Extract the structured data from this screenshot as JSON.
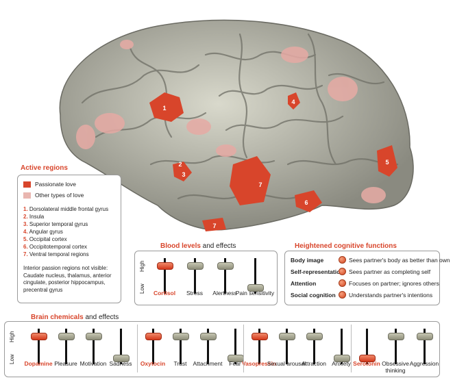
{
  "brain": {
    "markers": [
      "1",
      "2",
      "3",
      "4",
      "5",
      "6",
      "7",
      "7"
    ]
  },
  "active_regions": {
    "title": "Active regions",
    "legend": [
      {
        "label": "Passionate love",
        "color": "#d8452b"
      },
      {
        "label": "Other types of love",
        "color": "#e9b6b0"
      }
    ],
    "regions": [
      {
        "n": "1.",
        "name": "Dorsolateral middle frontal gyrus"
      },
      {
        "n": "2.",
        "name": "Insula"
      },
      {
        "n": "3.",
        "name": "Superior temporal gyrus"
      },
      {
        "n": "4.",
        "name": "Angular gyrus"
      },
      {
        "n": "5.",
        "name": "Occipital cortex"
      },
      {
        "n": "6.",
        "name": "Occipitotemporal cortex"
      },
      {
        "n": "7.",
        "name": "Ventral temporal regions"
      }
    ],
    "note": "Interior passion regions not visible: Caudate nucleus, thalamus, anterior cingulate, posterior hippocampus, precentral gyrus"
  },
  "blood_levels": {
    "title_bold": "Blood levels",
    "title_rest": " and effects",
    "high": "High",
    "low": "Low",
    "items": [
      {
        "label": "Cortisol",
        "level": 0.85,
        "hot": true
      },
      {
        "label": "Stress",
        "level": 0.85,
        "hot": false
      },
      {
        "label": "Alertness",
        "level": 0.85,
        "hot": false
      },
      {
        "label": "Pain sensitivity",
        "level": 0.1,
        "hot": false
      }
    ]
  },
  "cognitive": {
    "title": "Heightened cognitive functions",
    "rows": [
      {
        "label": "Body image",
        "text": "Sees partner's body as better than own"
      },
      {
        "label": "Self-representation",
        "text": "Sees partner as completing self"
      },
      {
        "label": "Attention",
        "text": "Focuses on partner; ignores others"
      },
      {
        "label": "Social cognition",
        "text": "Understands partner's intentions"
      }
    ]
  },
  "brain_chemicals": {
    "title_bold": "Brain chemicals",
    "title_rest": " and effects",
    "high": "High",
    "low": "Low",
    "groups": [
      {
        "items": [
          {
            "label": "Dopamine",
            "level": 0.85,
            "hot": true
          },
          {
            "label": "Pleasure",
            "level": 0.85,
            "hot": false
          },
          {
            "label": "Motivation",
            "level": 0.85,
            "hot": false
          },
          {
            "label": "Sadness",
            "level": 0.1,
            "hot": false
          }
        ]
      },
      {
        "items": [
          {
            "label": "Oxytocin",
            "level": 0.85,
            "hot": true
          },
          {
            "label": "Trust",
            "level": 0.85,
            "hot": false
          },
          {
            "label": "Attachment",
            "level": 0.85,
            "hot": false
          },
          {
            "label": "Fear",
            "level": 0.1,
            "hot": false
          }
        ]
      },
      {
        "items": [
          {
            "label": "Vasopressin",
            "level": 0.85,
            "hot": true
          },
          {
            "label": "Sexual arousal",
            "level": 0.85,
            "hot": false
          },
          {
            "label": "Attraction",
            "level": 0.85,
            "hot": false
          },
          {
            "label": "Anxiety",
            "level": 0.1,
            "hot": false
          }
        ]
      },
      {
        "items": [
          {
            "label": "Serotonin",
            "level": 0.1,
            "hot": true
          },
          {
            "label": "Obsessive thinking",
            "level": 0.85,
            "hot": false
          },
          {
            "label": "Aggression",
            "level": 0.85,
            "hot": false
          }
        ]
      }
    ]
  }
}
